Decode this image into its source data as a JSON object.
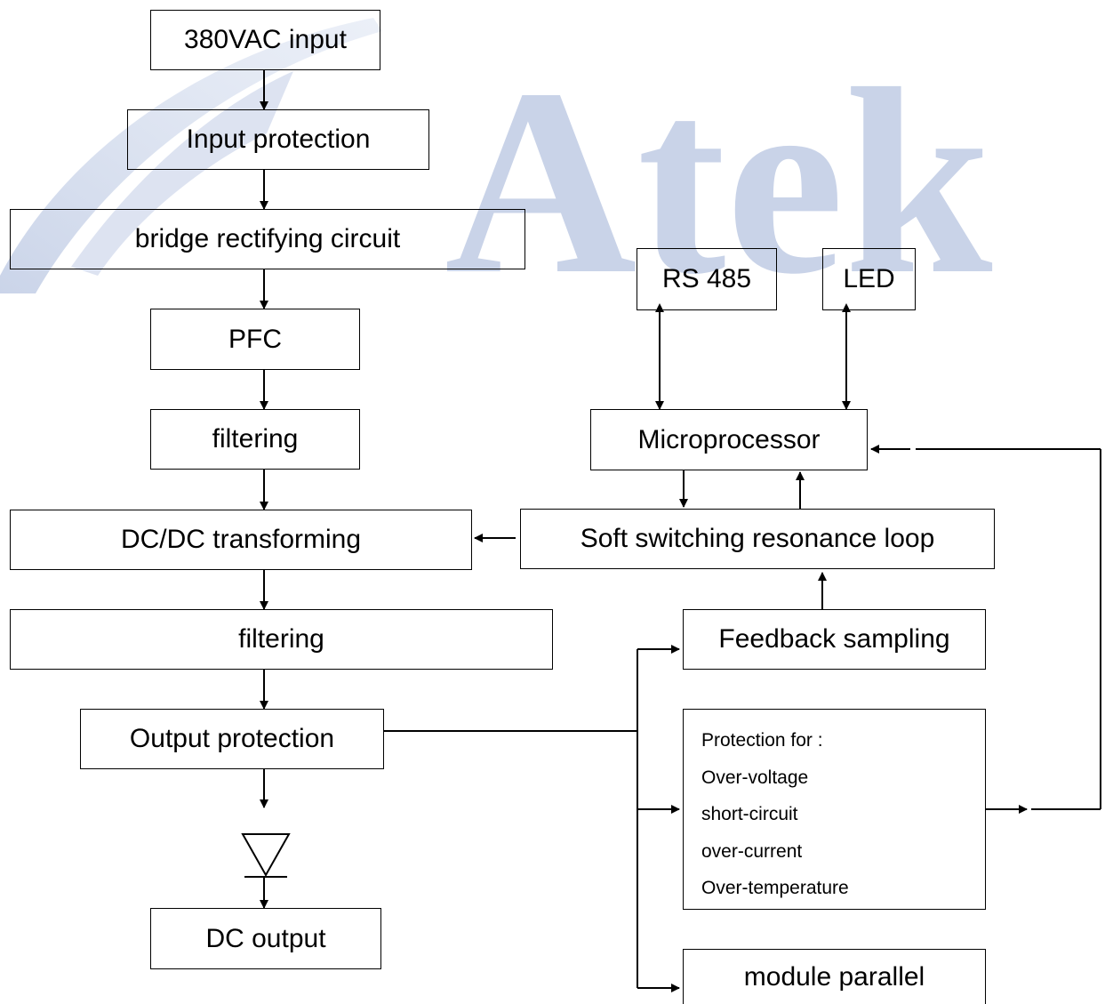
{
  "watermark": {
    "text": "Atek",
    "color": "#c9d3e8",
    "logo_color": "#c9d3e8"
  },
  "blocks": {
    "input": "380VAC input",
    "input_protection": "Input protection",
    "bridge": "bridge rectifying circuit",
    "pfc": "PFC",
    "filtering_1": "filtering",
    "dcdc": "DC/DC transforming",
    "filtering_2": "filtering",
    "output_protection": "Output protection",
    "dc_output": "DC output",
    "rs485": "RS 485",
    "led": "LED",
    "microprocessor": "Microprocessor",
    "soft_switching": "Soft switching resonance loop",
    "feedback": "Feedback sampling",
    "module_parallel": "module parallel"
  },
  "protection": {
    "heading": "Protection for :",
    "items": [
      "Over-voltage",
      "short-circuit",
      "over-current",
      "Over-temperature"
    ]
  },
  "colors": {
    "line": "#000000"
  }
}
